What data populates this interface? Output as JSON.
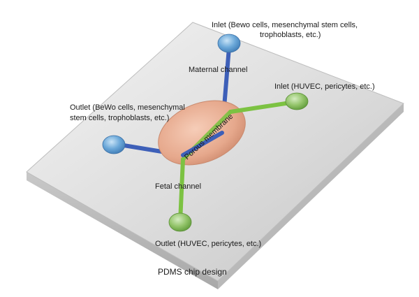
{
  "labels": {
    "inlet_maternal_line1": "Inlet (Bewo cells, mesenchymal stem cells,",
    "inlet_maternal_line2": "trophoblasts, etc.)",
    "maternal_channel": "Maternal channel",
    "inlet_fetal": "Inlet (HUVEC, pericytes, etc.)",
    "outlet_maternal_line1": "Outlet (BeWo cells, mesenchymal",
    "outlet_maternal_line2": "stem cells, trophoblasts, etc.)",
    "porous_membrane": "Porous membrane",
    "fetal_channel": "Fetal channel",
    "outlet_fetal": "Outlet (HUVEC, pericytes, etc.)",
    "caption": "PDMS chip design"
  },
  "colors": {
    "maternal_channel": "#3d5fb8",
    "fetal_channel": "#7cc242",
    "maternal_port": "#5b9bd5",
    "fetal_port": "#8dbf5a",
    "membrane": "#e4a98f",
    "chip": "#d9d9d9"
  }
}
